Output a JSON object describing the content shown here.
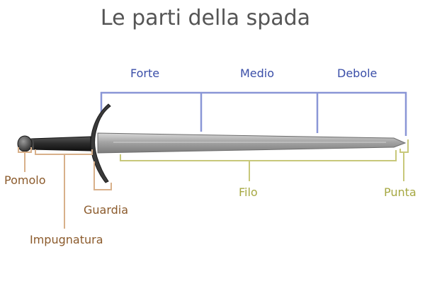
{
  "title": "Le parti della spada",
  "sections": {
    "forte": "Forte",
    "medio": "Medio",
    "debole": "Debole"
  },
  "parts": {
    "pomolo": "Pomolo",
    "impugnatura": "Impugnatura",
    "guardia": "Guardia",
    "filo": "Filo",
    "punta": "Punta"
  },
  "colors": {
    "title": "#555555",
    "blade_sections": "#3a4ea8",
    "bracket_blue": "#8a96d6",
    "hilt_parts": "#8b5a2b",
    "bracket_brown": "#d8b08a",
    "edge_parts": "#a6a842",
    "bracket_olive": "#c8c87a"
  }
}
